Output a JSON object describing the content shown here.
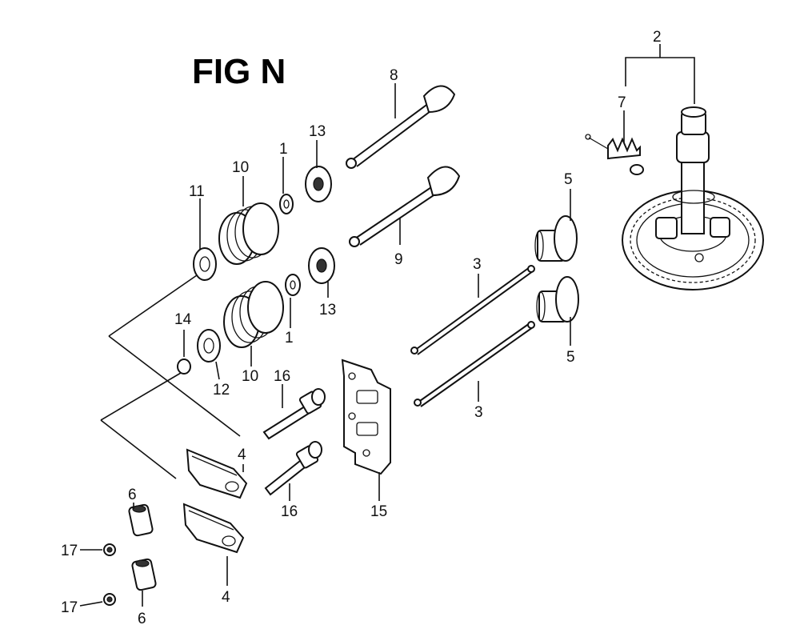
{
  "figure": {
    "title": "FIG N"
  },
  "callouts": {
    "c1a": "1",
    "c1b": "1",
    "c2": "2",
    "c3a": "3",
    "c3b": "3",
    "c4a": "4",
    "c4b": "4",
    "c5a": "5",
    "c5b": "5",
    "c6a": "6",
    "c6b": "6",
    "c7": "7",
    "c8": "8",
    "c9": "9",
    "c10a": "10",
    "c10b": "10",
    "c11": "11",
    "c12": "12",
    "c13a": "13",
    "c13b": "13",
    "c14": "14",
    "c15": "15",
    "c16a": "16",
    "c16b": "16",
    "c17a": "17",
    "c17b": "17"
  }
}
